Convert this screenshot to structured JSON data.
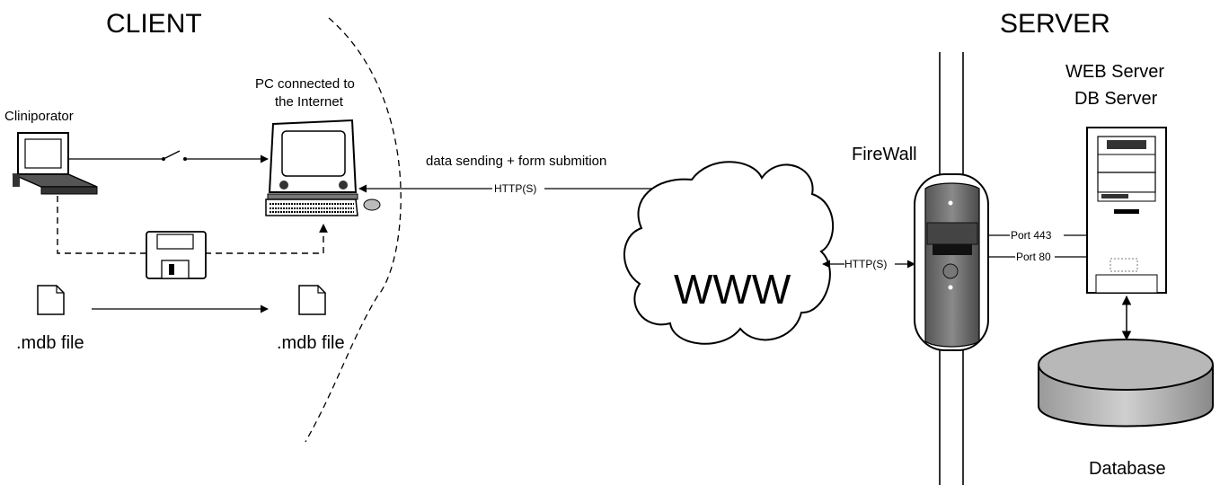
{
  "sections": {
    "client": "CLIENT",
    "server": "SERVER"
  },
  "nodes": {
    "cliniporator": "Cliniporator",
    "pc": {
      "line1": "PC connected to",
      "line2": "the Internet"
    },
    "mdb_file_left": ".mdb file",
    "mdb_file_right": ".mdb file",
    "www": "WWW",
    "firewall": "FireWall",
    "server": {
      "line1": "WEB Server",
      "line2": "DB Server"
    },
    "database": "Database"
  },
  "edges": {
    "data_sending": "data sending + form submition",
    "http_pc_www": "HTTP(S)",
    "http_www_firewall": "HTTP(S)",
    "port_443": "Port 443",
    "port_80": "Port 80"
  },
  "icons": [
    "laptop-icon",
    "switch-icon",
    "floppy-disk-icon",
    "file-icon",
    "computer-icon",
    "cloud-icon",
    "firewall-icon",
    "server-tower-icon",
    "database-icon"
  ]
}
